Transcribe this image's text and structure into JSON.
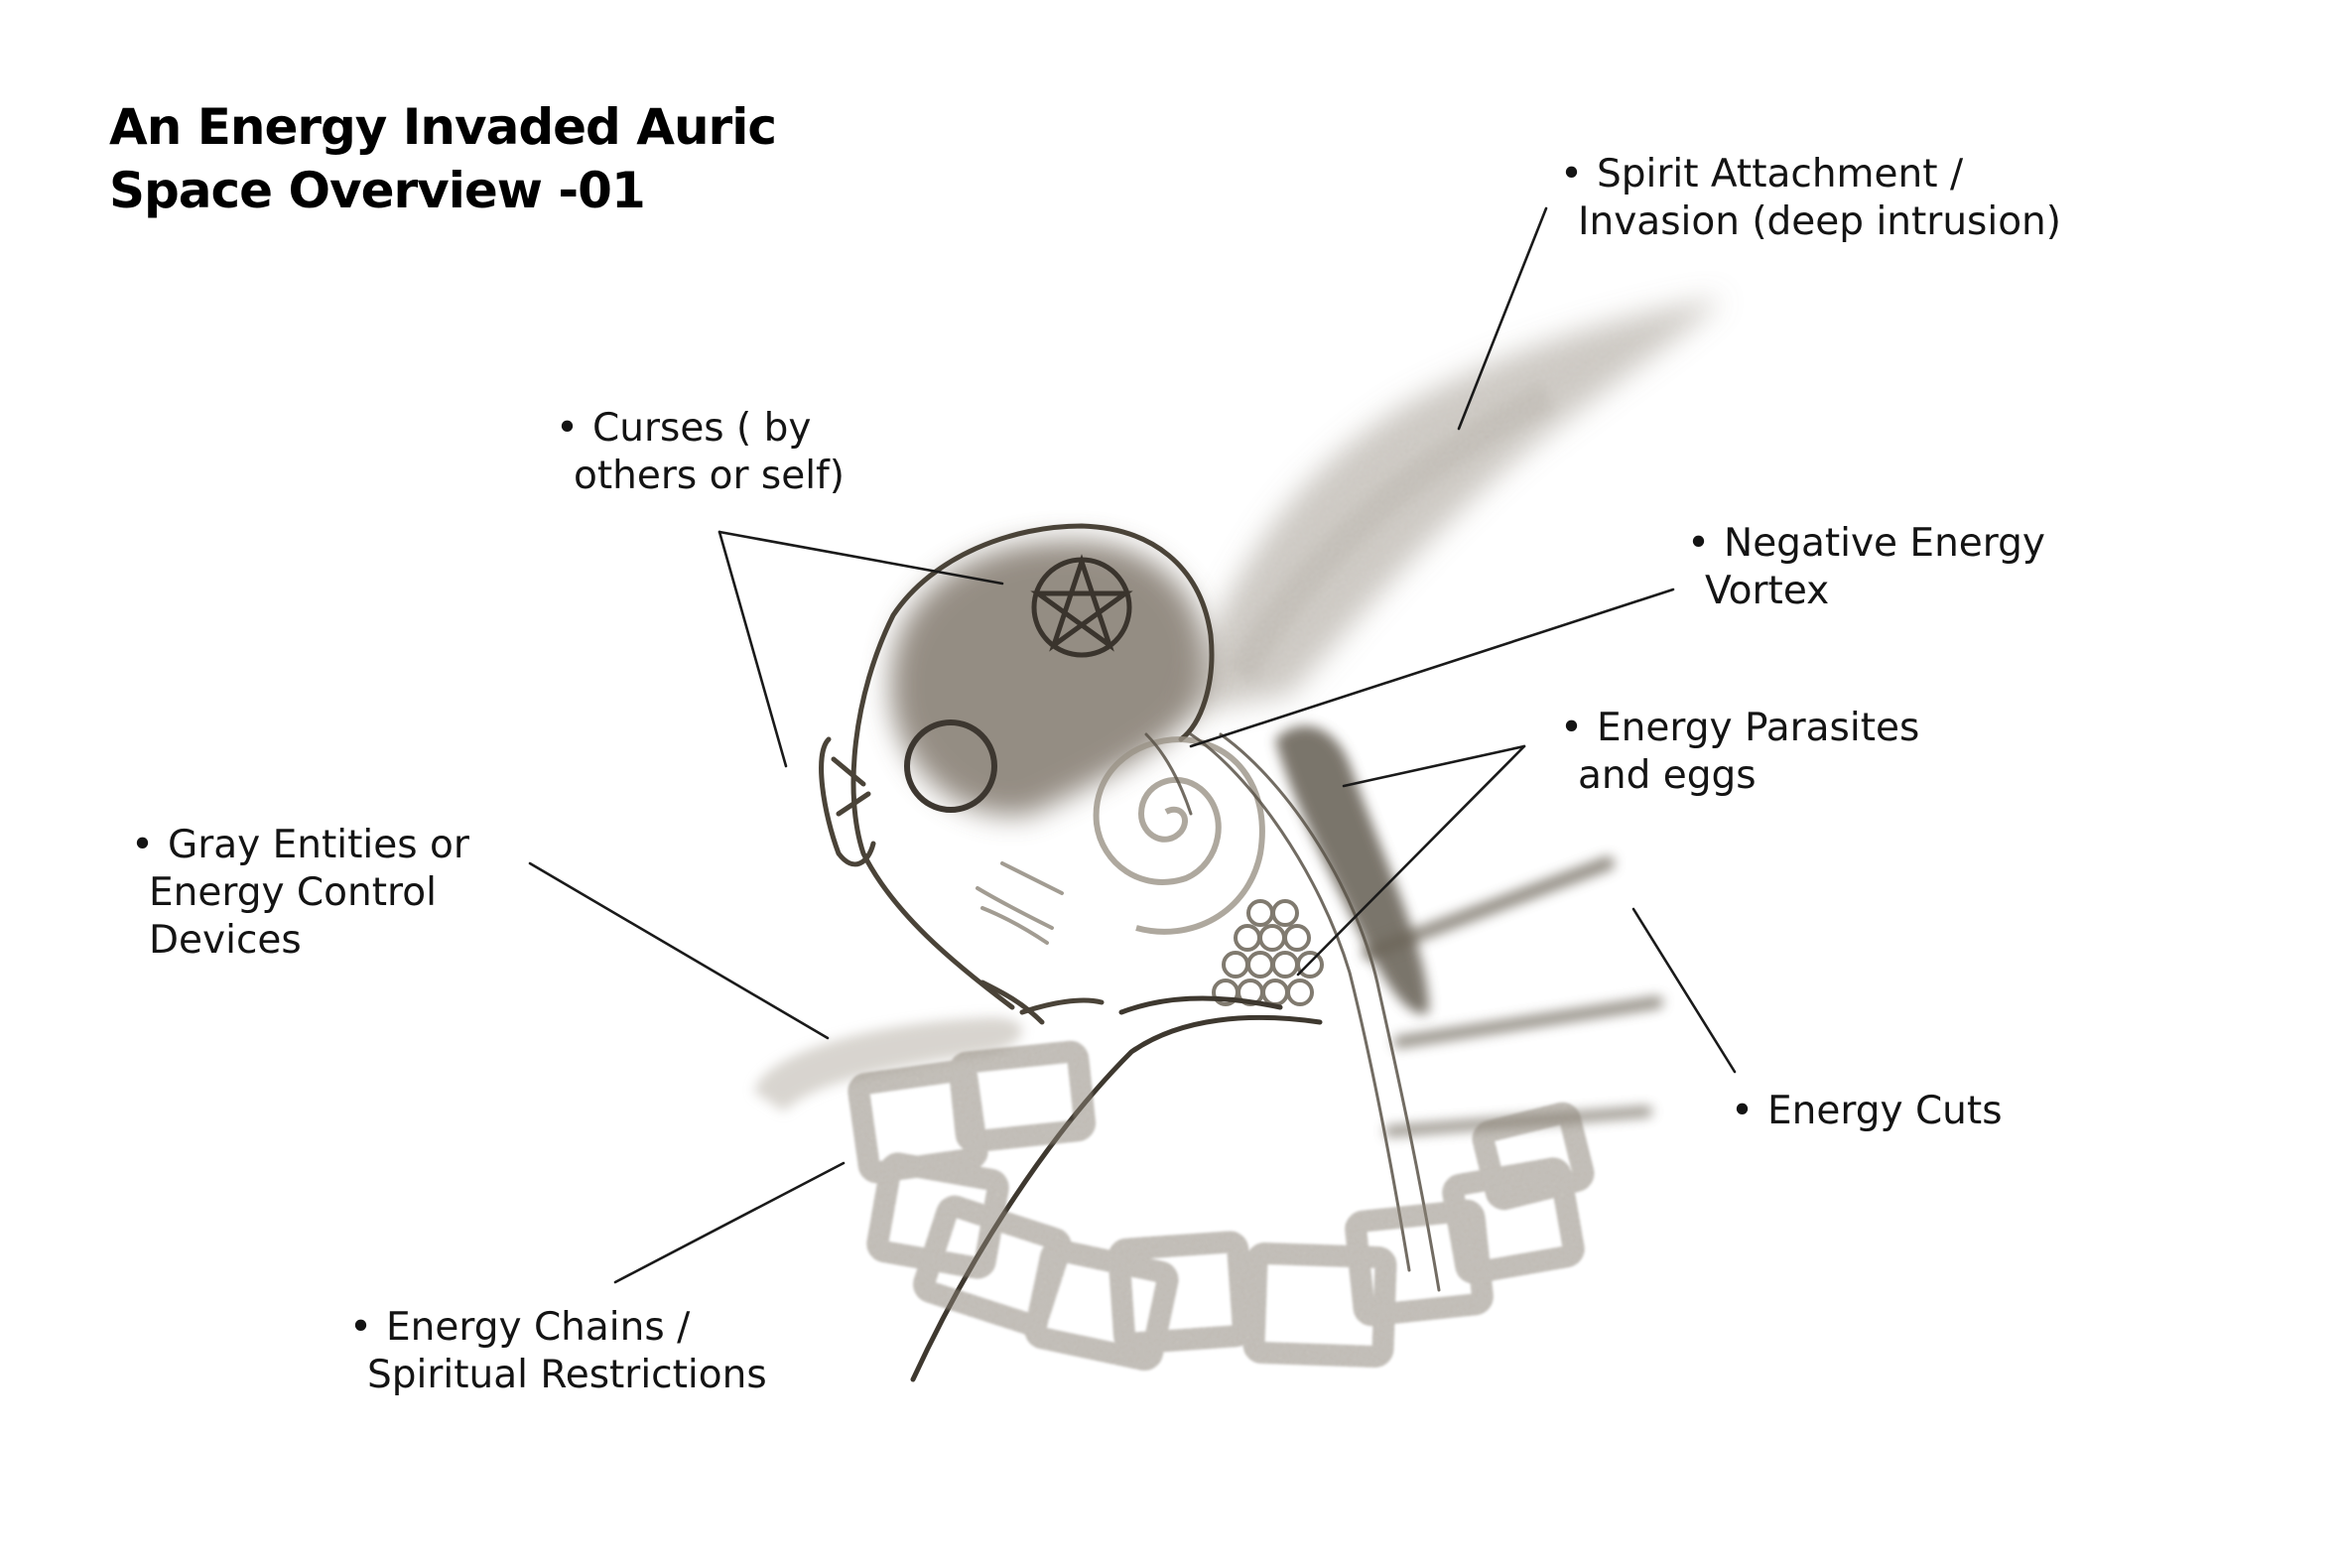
{
  "title": {
    "line1": "An Energy Invaded Auric",
    "line2": "Space Overview -01"
  },
  "bullet": "•",
  "labels": {
    "spirit_attachment": {
      "line1": "Spirit Attachment /",
      "line2": "Invasion (deep intrusion)"
    },
    "curses": {
      "line1": "Curses ( by",
      "line2": "others or self)"
    },
    "negative_vortex": {
      "line1": "Negative Energy",
      "line2": "Vortex"
    },
    "energy_parasites": {
      "line1": "Energy Parasites",
      "line2": "and eggs"
    },
    "gray_entities": {
      "line1": "Gray Entities or",
      "line2": "Energy Control",
      "line3": "Devices"
    },
    "energy_cuts": {
      "line1": "Energy Cuts"
    },
    "energy_chains": {
      "line1": "Energy Chains /",
      "line2": "Spiritual Restrictions"
    }
  },
  "colors": {
    "sketch_line": "#4a4338",
    "smudge": "#8a8276",
    "leader_line": "#1a1a1a",
    "text": "#141414"
  }
}
